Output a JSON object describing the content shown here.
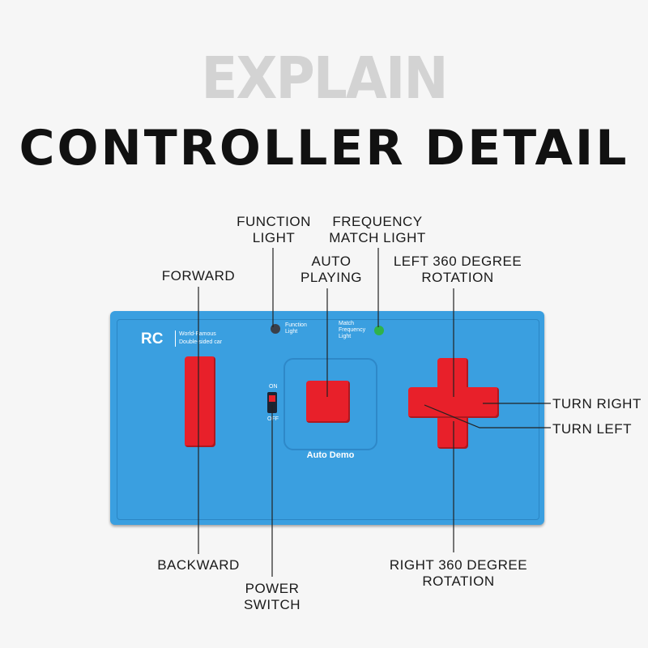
{
  "header": {
    "kicker": "EXPLAIN",
    "title": "CONTROLLER DETAIL"
  },
  "remote": {
    "logo": "RC",
    "tagline_1": "World-Famous",
    "tagline_2": "Double-sided car",
    "function_light_1": "Function",
    "function_light_2": "Light",
    "match_light_1": "Match",
    "match_light_2": "Frequency",
    "match_light_3": "Light",
    "switch_on": "ON",
    "switch_off": "OFF",
    "auto_demo": "Auto Demo",
    "colors": {
      "body": "#3a9fe0",
      "buttons": "#e8202a",
      "function_led": "#3a3f48",
      "match_led": "#2fb24a"
    }
  },
  "labels": {
    "function_light_1": "FUNCTION",
    "function_light_2": "LIGHT",
    "frequency_match_1": "FREQUENCY",
    "frequency_match_2": "MATCH LIGHT",
    "forward": "FORWARD",
    "auto_playing_1": "AUTO",
    "auto_playing_2": "PLAYING",
    "left_360_1": "LEFT 360 DEGREE",
    "left_360_2": "ROTATION",
    "turn_right": "TURN RIGHT",
    "turn_left": "TURN LEFT",
    "backward": "BACKWARD",
    "power_switch_1": "POWER",
    "power_switch_2": "SWITCH",
    "right_360_1": "RIGHT 360 DEGREE",
    "right_360_2": "ROTATION"
  }
}
